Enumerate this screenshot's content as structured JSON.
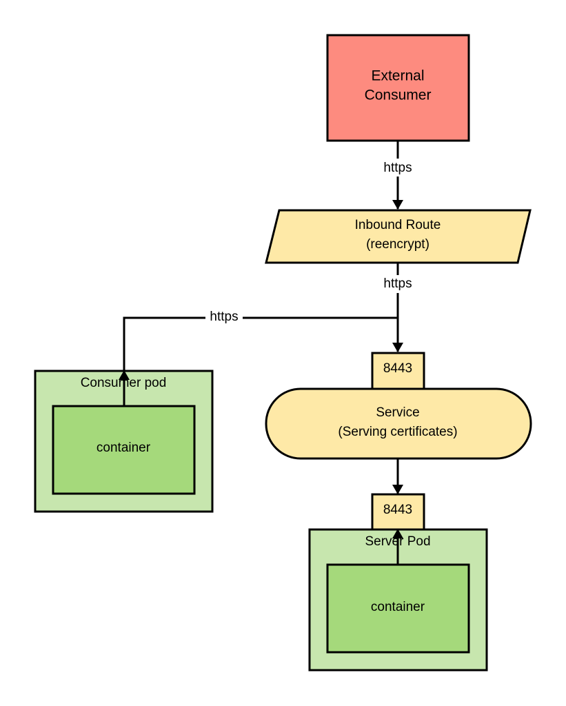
{
  "colors": {
    "external_fill": "#fd8b7f",
    "route_fill": "#fee9a7",
    "service_fill": "#fee9a7",
    "port_fill": "#fee9a7",
    "pod_fill": "#c7e6ae",
    "container_fill": "#a5d97b",
    "stroke": "#000000"
  },
  "nodes": {
    "external_consumer": {
      "line1": "External",
      "line2": "Consumer"
    },
    "inbound_route": {
      "line1": "Inbound Route",
      "line2": "(reencrypt)"
    },
    "service": {
      "line1": "Service",
      "line2": "(Serving certificates)"
    },
    "service_port": {
      "label": "8443"
    },
    "server_port": {
      "label": "8443"
    },
    "consumer_pod": {
      "label": "Consumer pod"
    },
    "consumer_container": {
      "label": "container"
    },
    "server_pod": {
      "label": "Server Pod"
    },
    "server_container": {
      "label": "container"
    }
  },
  "edges": {
    "external_to_route": {
      "label": "https"
    },
    "route_to_service": {
      "label": "https"
    },
    "consumer_to_service": {
      "label": "https"
    }
  }
}
